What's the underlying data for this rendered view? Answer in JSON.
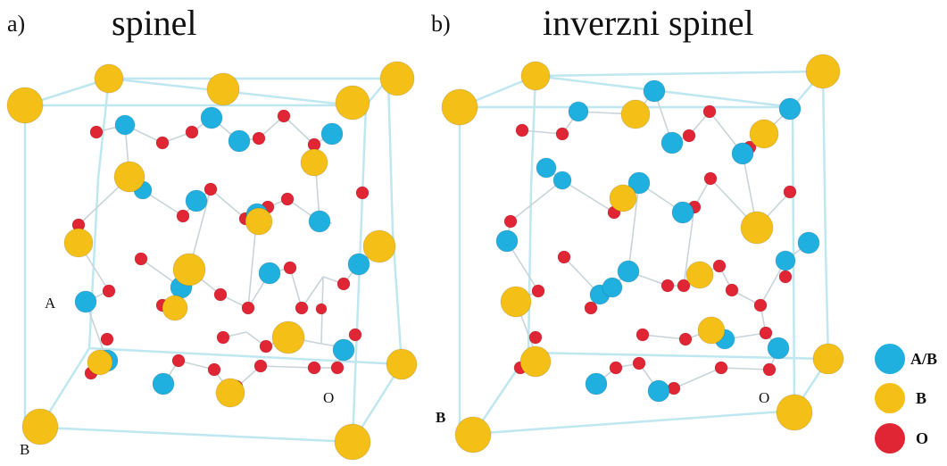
{
  "panels": [
    {
      "letter": "a)",
      "title": "spinel",
      "label_a": "A",
      "label_o": "O",
      "label_b": "B"
    },
    {
      "letter": "b)",
      "title": "inverzni spinel",
      "label_o": "O",
      "label_b": "B"
    }
  ],
  "legend": [
    {
      "label": "A/B",
      "color": "#1fb0e0"
    },
    {
      "label": "B",
      "color": "#f4bf16"
    },
    {
      "label": "O",
      "color": "#e02535"
    }
  ],
  "colors": {
    "cyan_atom": "#1fb0e0",
    "yellow_atom": "#f4bf16",
    "red_atom": "#e02535",
    "cell_edges": "#bfe7f0",
    "bonds": "#c9d4d8"
  }
}
